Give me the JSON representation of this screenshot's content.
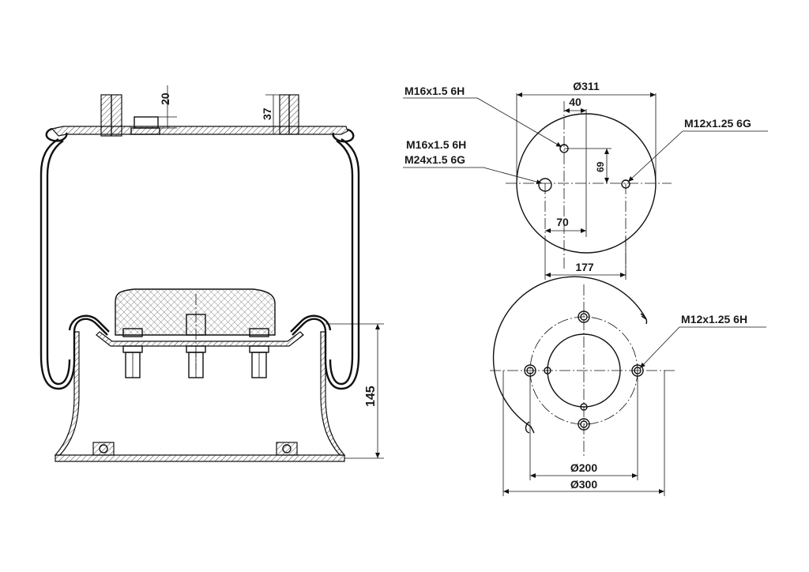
{
  "side_view": {
    "dim_fitting_height": "20",
    "dim_nut_height": "37",
    "dim_piston_height": "145"
  },
  "top_plate_view": {
    "dim_diameter": "Ø311",
    "dim_offset_40": "40",
    "dim_offset_69": "69",
    "dim_offset_70": "70",
    "dim_offset_177": "177",
    "callout_air_inlet": "M16x1.5 6H",
    "callout_stud_line1": "M16x1.5 6H",
    "callout_stud_line2": "M24x1.5 6G",
    "callout_right_stud": "M12x1.25 6G"
  },
  "bottom_piston_view": {
    "dim_bolt_circle": "Ø200",
    "dim_outer": "Ø300",
    "callout_threads": "M12x1.25 6H"
  }
}
